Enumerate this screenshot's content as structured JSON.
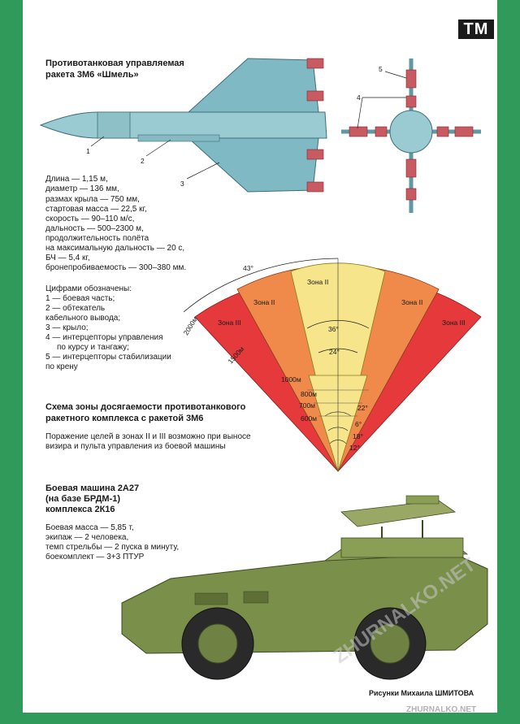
{
  "logo": "ТМ",
  "missile": {
    "title_line1": "Противотанковая управляемая",
    "title_line2": "ракета 3М6 «Шмель»",
    "callouts": [
      "1",
      "2",
      "3",
      "4",
      "5"
    ],
    "specs": [
      "Длина — 1,15 м,",
      "диаметр — 136 мм,",
      "размах крыла — 750 мм,",
      "стартовая масса — 22,5 кг,",
      "скорость — 90–110 м/с,",
      "дальность — 500–2300 м,",
      "продолжительность полёта",
      "на максимальную дальность — 20 с,",
      "БЧ — 5,4 кг,",
      "бронепробиваемость — 300–380 мм."
    ],
    "legend": [
      "Цифрами обозначены:",
      "1 — боевая часть;",
      "2 — обтекатель",
      "кабельного вывода;",
      "3 — крыло;",
      "4 — интерцепторы управления",
      "по курсу и тангажу;",
      "5 — интерцепторы стабилизации",
      "по крену"
    ]
  },
  "zone": {
    "title_line1": "Схема зоны досягаемости противотанкового",
    "title_line2": "ракетного комплекса с ракетой 3М6",
    "note_line1": "Поражение целей в зонах II и III возможно при выносе",
    "note_line2": "визира и пульта управления из боевой машины",
    "zones": {
      "top": "Зона II",
      "left_ii": "Зона II",
      "right_ii": "Зона II",
      "left_iii": "Зона III",
      "right_iii": "Зона III"
    },
    "distances": [
      "2000м",
      "1500м",
      "1000м",
      "800м",
      "700м",
      "600м"
    ],
    "angles": [
      "43°",
      "36°",
      "24°",
      "22°",
      "6°",
      "18°",
      "12°"
    ],
    "colors": {
      "zone_i": "#f6e58a",
      "zone_ii": "#f08a4b",
      "zone_iii": "#e5393b"
    }
  },
  "vehicle": {
    "title_line1": "Боевая машина 2А27",
    "title_line2": "(на базе БРДМ-1)",
    "title_line3": "комплекса 2К16",
    "specs": [
      "Боевая масса — 5,85 т,",
      "экипаж — 2 человека,",
      "темп стрельбы — 2 пуска в минуту,",
      "боекомплект — 3+3 ПТУР"
    ]
  },
  "credit": "Рисунки Михаила ШМИТОВА",
  "watermarks": [
    "ZHURNALKO.NET",
    "ZHURNALKO.NET"
  ]
}
